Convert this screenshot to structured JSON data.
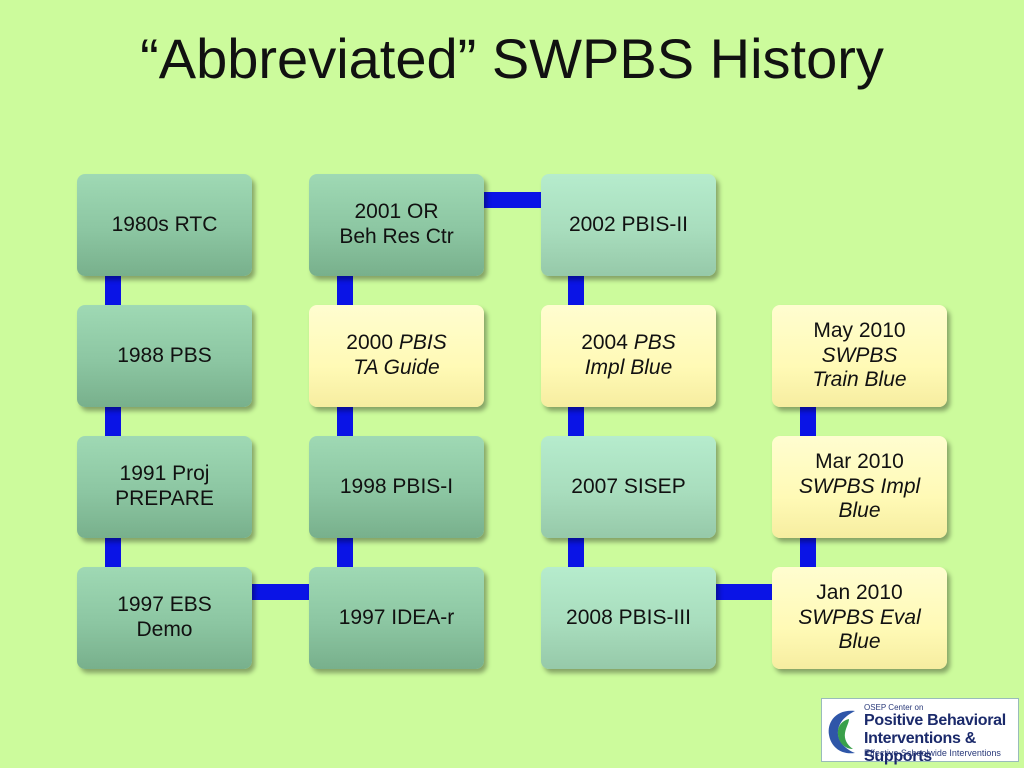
{
  "title": "“Abbreviated” SWPBS History",
  "nodes": {
    "rtc1980s": "1980s RTC",
    "pbs1988": "1988 PBS",
    "proj1991_line1": "1991 Proj",
    "proj1991_line2": "PREPARE",
    "ebs1997_line1": "1997 EBS",
    "ebs1997_line2": "Demo",
    "or2001_line1": "2001 OR",
    "or2001_line2": "Beh Res Ctr",
    "guide2000_year": "2000",
    "guide2000_line1": "PBIS",
    "guide2000_line2": "TA Guide",
    "pbis1998": "1998 PBIS-I",
    "idea1997": "1997 IDEA-r",
    "pbis2002": "2002 PBIS-II",
    "impl2004_year": "2004",
    "impl2004_line1": "PBS",
    "impl2004_line2": "Impl Blue",
    "sisep2007": "2007 SISEP",
    "pbis2008": "2008 PBIS-III",
    "may2010_line1": "May 2010",
    "may2010_line2": "SWPBS",
    "may2010_line3": "Train Blue",
    "mar2010_line1": "Mar 2010",
    "mar2010_line2": "SWPBS Impl",
    "mar2010_line3": "Blue",
    "jan2010_line1": "Jan 2010",
    "jan2010_line2": "SWPBS Eval",
    "jan2010_line3": "Blue"
  },
  "logo": {
    "small": "OSEP Center on",
    "line1": "Positive Behavioral",
    "line2": "Interventions & Supports",
    "line3": "Effective Schoolwide Interventions"
  },
  "colors": {
    "background": "#ccfb9c",
    "connector": "#0a14e6",
    "box_green": "#8cc6a2",
    "box_yellow": "#fffab6"
  }
}
